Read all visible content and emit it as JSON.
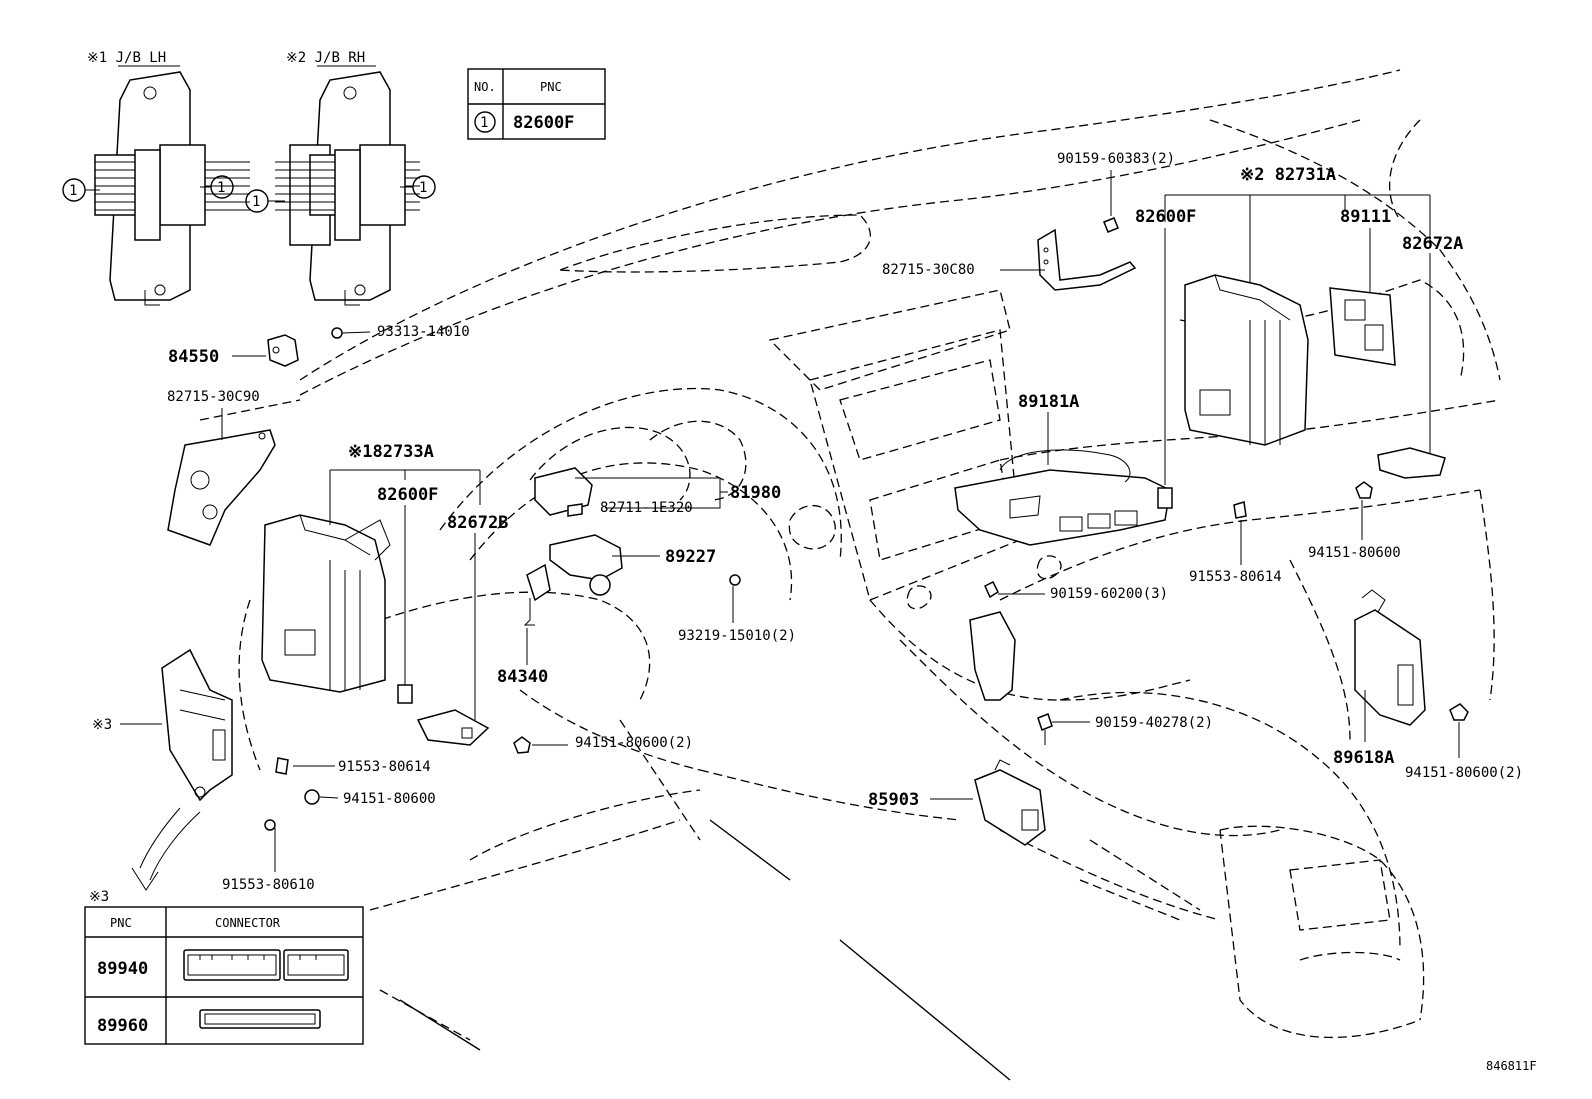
{
  "junction_blocks": {
    "lh_title": "※1  J/B LH",
    "rh_title": "※2  J/B RH",
    "callout": "1"
  },
  "pnc_table": {
    "header_no": "NO.",
    "header_pnc": "PNC",
    "row_no": "1",
    "row_pnc": "82600F"
  },
  "parts": {
    "p90159_60383": "90159-60383(2)",
    "p82731A": "※2 82731A",
    "p82600F_right": "82600F",
    "p89111": "89111",
    "p82672A": "82672A",
    "p82715_30C80": "82715-30C80",
    "p93313_14010": "93313-14010",
    "p84550": "84550",
    "p82715_30C90": "82715-30C90",
    "p82733A": "※182733A",
    "p82600F_left": "82600F",
    "p82672B": "82672B",
    "p81980": "81980",
    "p82711_1E320": "82711-1E320",
    "p89227": "89227",
    "p89181A": "89181A",
    "p90159_60200": "90159-60200(3)",
    "p91553_80614_right": "91553-80614",
    "p94151_80600_right": "94151-80600",
    "p93219_15010": "93219-15010(2)",
    "p84340": "84340",
    "p94151_80600_2_mid": "94151-80600(2)",
    "p91553_80614_left": "91553-80614",
    "p94151_80600_left": "94151-80600",
    "p90159_40278": "90159-40278(2)",
    "p89618A": "89618A",
    "p94151_80600_2_right": "94151-80600(2)",
    "p85903": "85903",
    "p91553_80610": "91553-80610",
    "note3": "※3"
  },
  "connector_table": {
    "title": "※3",
    "header_pnc": "PNC",
    "header_connector": "CONNECTOR",
    "rows": [
      {
        "pnc": "89940"
      },
      {
        "pnc": "89960"
      }
    ]
  },
  "figure_id": "846811F"
}
